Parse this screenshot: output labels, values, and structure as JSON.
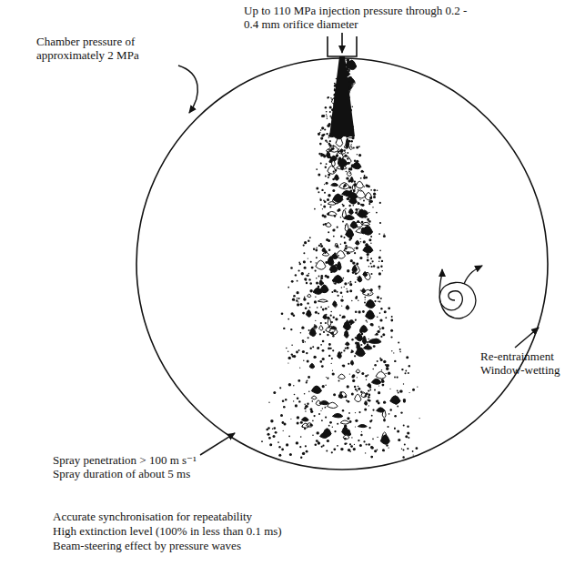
{
  "diagram": {
    "labels": [
      "Up to 110 MPa injection pressure through 0.2 - 0.4 mm orifice diameter",
      "Chamber pressure of approximately 2 MPa",
      "Re-entrainment",
      "Window-wetting",
      "Spray penetration > 100 m s⁻¹",
      "Spray duration of about 5 ms",
      "Accurate synchronisation for repeatability",
      "High extinction level (100% in less than 0.1 ms)",
      "Beam-steering effect by pressure waves"
    ]
  }
}
